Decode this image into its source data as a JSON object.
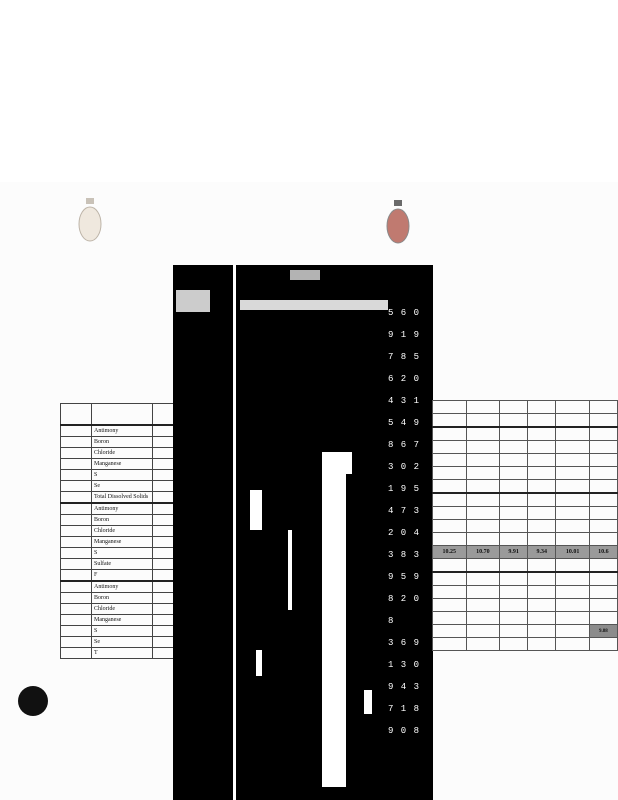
{
  "left_table": {
    "groups": [
      {
        "rows": [
          "Antimony",
          "Boron",
          "Chloride",
          "Manganese",
          "S",
          "Se",
          "Total Dissolved Solids"
        ]
      },
      {
        "rows": [
          "Antimony",
          "Boron",
          "Chloride",
          "Manganese",
          "S",
          "Sulfate",
          "F"
        ]
      },
      {
        "rows": [
          "Antimony",
          "Boron",
          "Chloride",
          "Manganese",
          "S",
          "Se",
          "T"
        ]
      }
    ]
  },
  "right_table": {
    "highlight_values": [
      "10.25",
      "10.70",
      "9.91",
      "9.34",
      "10.01",
      "10.6"
    ],
    "corner_value": "9.88"
  },
  "digit_column": [
    "5 6 0",
    "9 1 9",
    "7 8 5",
    "6 2 0",
    "4 3 1",
    "5 4 9",
    "8 6 7",
    "3 0 2",
    "1 9 5",
    "4 7 3",
    "2 0 4",
    "3 8 3",
    "9 5 9",
    "8 2 0",
    "8",
    "3 6 9",
    "1 3 0",
    "9 4 3",
    "7 1 8",
    "9 0 8"
  ],
  "colors": {
    "black_block": "#000000",
    "highlight_row": "#9a9a9a",
    "bulb_left": "#e8e0d4",
    "bulb_right": "#b06060"
  }
}
